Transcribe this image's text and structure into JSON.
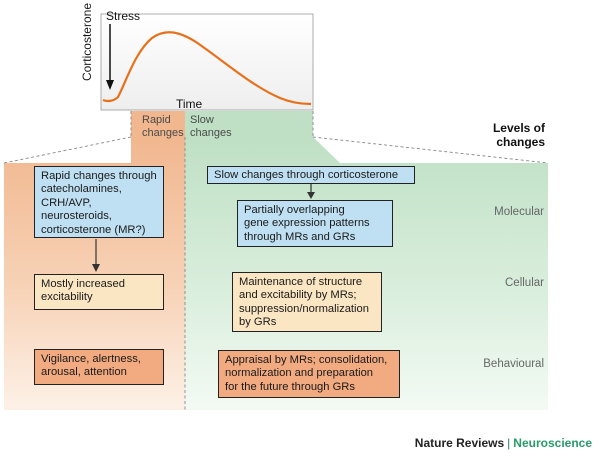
{
  "plot": {
    "stress_label": "Stress",
    "y_label": "Corticosterone",
    "x_label": "Time"
  },
  "tabs": {
    "rapid": [
      "Rapid",
      "changes"
    ],
    "slow": [
      "Slow",
      "changes"
    ]
  },
  "levels_title": [
    "Levels of",
    "changes"
  ],
  "levels": {
    "molecular": "Molecular",
    "cellular": "Cellular",
    "behavioural": "Behavioural"
  },
  "rapid_boxes": {
    "molecular": [
      "Rapid changes through",
      "catecholamines,",
      "CRH/AVP,",
      "neurosteroids,",
      "corticosterone (MR?)"
    ],
    "cellular": [
      "Mostly increased",
      "excitability"
    ],
    "behavioural": [
      "Vigilance, alertness,",
      "arousal, attention"
    ]
  },
  "slow_boxes": {
    "top": [
      "Slow changes through corticosterone"
    ],
    "molecular": [
      "Partially overlapping",
      "gene expression patterns",
      "through MRs and GRs"
    ],
    "cellular": [
      "Maintenance of structure",
      "and excitability by MRs;",
      "suppression/normalization",
      "by GRs"
    ],
    "behavioural": [
      "Appraisal by MRs; consolidation,",
      "normalization and preparation",
      "for the future through GRs"
    ]
  },
  "footer": {
    "journal": "Nature Reviews",
    "separator": "|",
    "section": "Neuroscience"
  },
  "colors": {
    "rapid_panel": "#f4c09c",
    "slow_panel": "#c8e4cc",
    "curve": "#e8701a",
    "blue_box": "#bfe0f2",
    "yellow_box": "#fbe6c3",
    "orange_box": "#f2aa80"
  }
}
